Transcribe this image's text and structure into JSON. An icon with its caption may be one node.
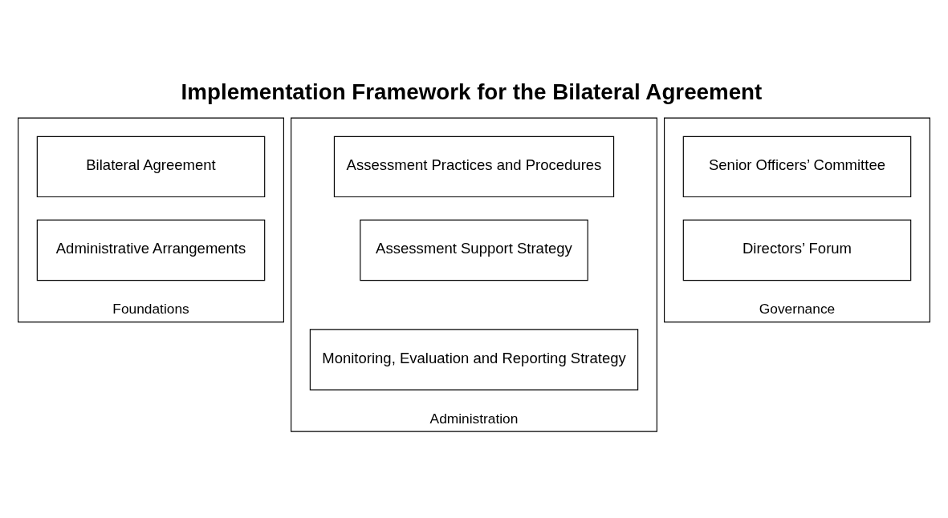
{
  "diagram": {
    "title": "Implementation Framework for the Bilateral Agreement",
    "nodes": [
      {
        "text": [
          "Foundations"
        ]
      },
      {
        "text": [
          "Bilateral Agreement"
        ],
        "in": 0
      },
      {
        "text": [
          "Administrative Arrangements"
        ],
        "in": 0
      },
      {
        "text": [
          "Administration"
        ]
      },
      {
        "text": [
          "Assessment Practices and Procedures"
        ],
        "in": 3
      },
      {
        "text": [
          "Assessment Support Strategy"
        ],
        "in": 3
      },
      {
        "text": [
          "Monitoring, Evaluation and Reporting Strategy"
        ],
        "in": 3
      },
      {
        "text": [
          "Governance"
        ]
      },
      {
        "text": [
          "Senior Officers’ Committee"
        ],
        "in": 7
      },
      {
        "text": [
          "Directors’ Forum"
        ],
        "in": 7
      }
    ],
    "edges": []
  }
}
